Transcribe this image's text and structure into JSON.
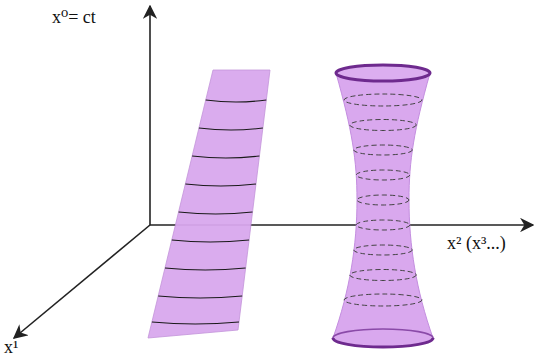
{
  "diagram": {
    "labels": [
      "x⁰= ct",
      "x¹",
      "x² (x³...)"
    ]
  }
}
